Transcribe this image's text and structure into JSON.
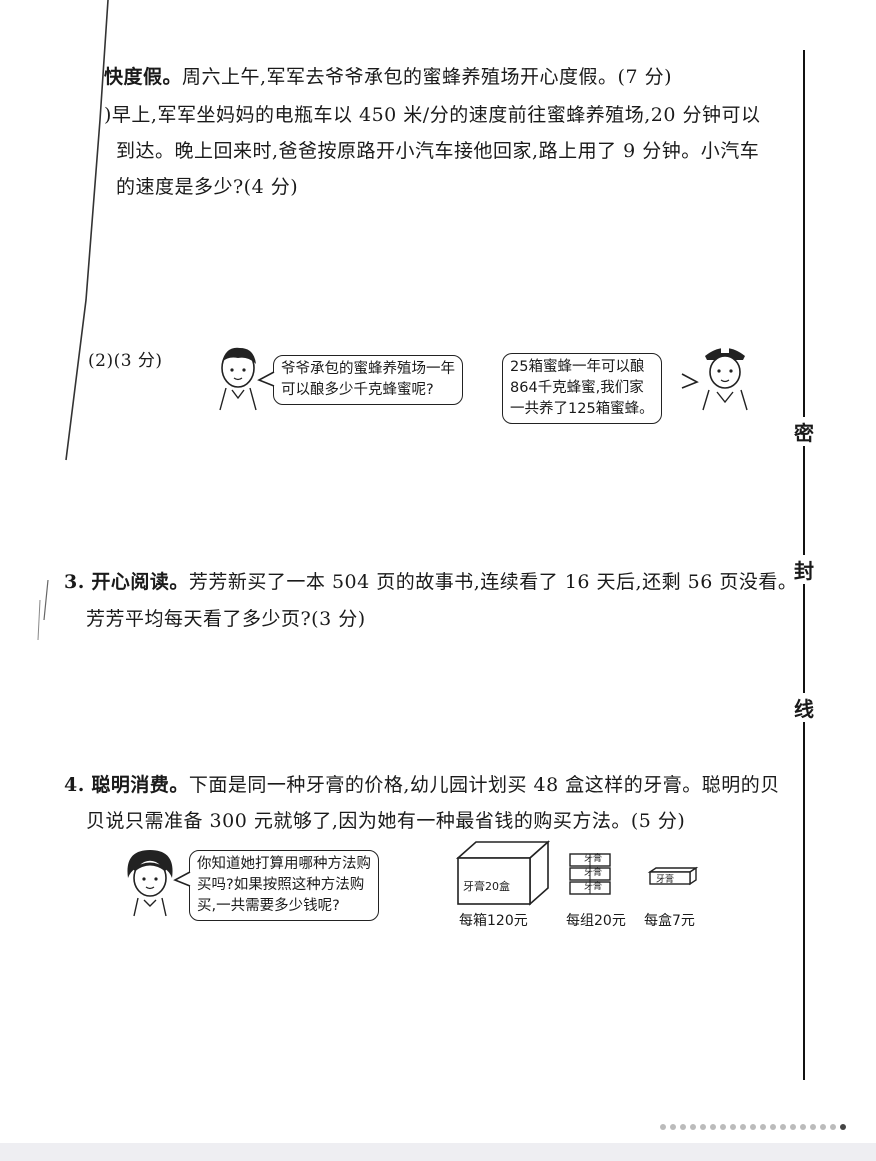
{
  "q2": {
    "title_bold": "快度假。",
    "title_rest": "周六上午,军军去爷爷承包的蜜蜂养殖场开心度假。(7 分)",
    "part1_lines": [
      ")早上,军军坐妈妈的电瓶车以 450 米/分的速度前往蜜蜂养殖场,20 分钟可以",
      "到达。晚上回来时,爸爸按原路开小汽车接他回家,路上用了 9 分钟。小汽车",
      "的速度是多少?(4 分)"
    ],
    "part2_label": "(2)(3 分)",
    "boy_bubble": [
      "爷爷承包的蜜蜂养殖场一年",
      "可以酿多少千克蜂蜜呢?"
    ],
    "grandpa_bubble": [
      "25箱蜜蜂一年可以酿",
      "864千克蜂蜜,我们家",
      "一共养了125箱蜜蜂。"
    ]
  },
  "q3": {
    "number": "3.",
    "title_bold": "开心阅读。",
    "line1_rest": "芳芳新买了一本 504 页的故事书,连续看了 16 天后,还剩 56 页没看。",
    "line2": "芳芳平均每天看了多少页?(3 分)"
  },
  "q4": {
    "number": "4.",
    "title_bold": "聪明消费。",
    "line1_rest": "下面是同一种牙膏的价格,幼儿园计划买 48 盒这样的牙膏。聪明的贝",
    "line2": "贝说只需准备 300 元就够了,因为她有一种最省钱的购买方法。(5 分)",
    "girl_bubble": [
      "你知道她打算用哪种方法购",
      "买吗?如果按照这种方法购",
      "买,一共需要多少钱呢?"
    ],
    "crate_label": "牙膏20盒",
    "group_label": "牙膏",
    "box_label": "牙膏",
    "price_crate": "每箱120元",
    "price_group": "每组20元",
    "price_box": "每盒7元"
  },
  "seal": [
    "密",
    "封",
    "线"
  ]
}
